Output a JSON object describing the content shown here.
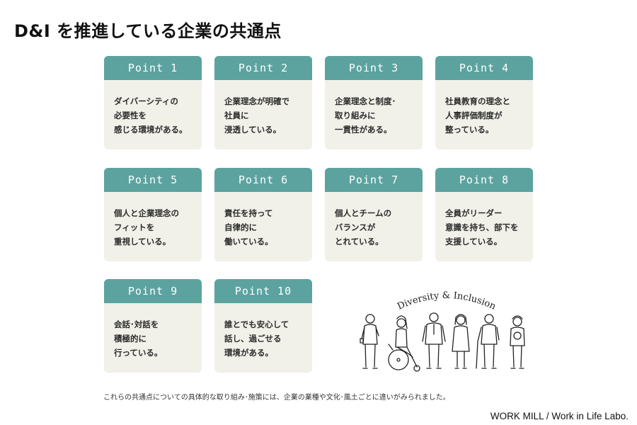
{
  "title": "D&I を推進している企業の共通点",
  "cards": [
    {
      "label": "Point 1",
      "text": "ダイバーシティの\n必要性を\n感じる環境がある。"
    },
    {
      "label": "Point 2",
      "text": "企業理念が明確で\n社員に\n浸透している。"
    },
    {
      "label": "Point 3",
      "text": "企業理念と制度･\n取り組みに\n一貫性がある。"
    },
    {
      "label": "Point 4",
      "text": "社員教育の理念と\n人事評価制度が\n整っている。"
    },
    {
      "label": "Point 5",
      "text": "個人と企業理念の\nフィットを\n重視している。"
    },
    {
      "label": "Point 6",
      "text": "責任を持って\n自律的に\n働いている。"
    },
    {
      "label": "Point 7",
      "text": "個人とチームの\nバランスが\nとれている。"
    },
    {
      "label": "Point 8",
      "text": "全員がリーダー\n意識を持ち、部下を\n支援している。"
    },
    {
      "label": "Point 9",
      "text": "会話･対話を\n積極的に\n行っている。"
    },
    {
      "label": "Point 10",
      "text": "誰とでも安心して\n話し、過ごせる\n環境がある。"
    }
  ],
  "illustration": {
    "title": "Diversity & Inclusion"
  },
  "footnote": "これらの共通点についての具体的な取り組み･施策には、企業の業種や文化･風土ごとに違いがみられました。",
  "credit": "WORK MILL / Work in Life Labo.",
  "colors": {
    "header": "#5ca3a0",
    "card": "#f1f0e9"
  }
}
